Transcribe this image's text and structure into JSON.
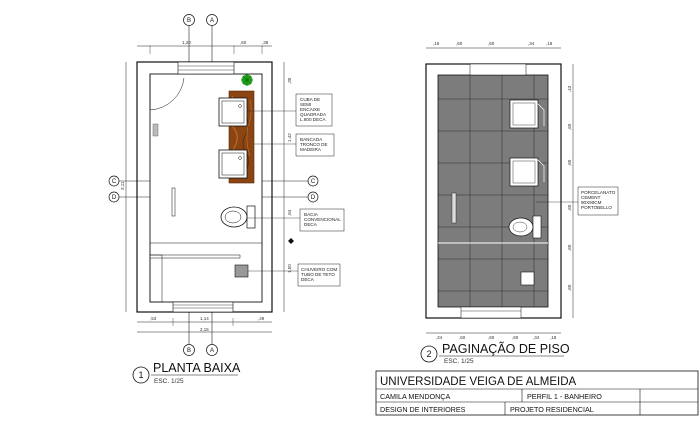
{
  "drawing1": {
    "number": "1",
    "title": "PLANTA BAIXA",
    "scale": "ESC. 1/25",
    "sections": {
      "b": "B",
      "a": "A",
      "c": "C",
      "d": "D"
    },
    "dims_top": [
      "1,20",
      ",60",
      ",38"
    ],
    "dims_bottom": [
      ",53",
      "1,14",
      ",49"
    ],
    "dim_bottom_total": "2,15",
    "dims_right": [
      ",30",
      "1,42",
      ",84",
      "1,50"
    ],
    "dim_left": "3,11",
    "notes": {
      "cuba": [
        "CUBA DE",
        "SEMI",
        "ENCAIXE",
        "QUADRADA",
        "L.800 DECA"
      ],
      "bancada": [
        "BANCADA",
        "TRONCO DE",
        "MADEIRA"
      ],
      "bacia": [
        "BACIA",
        "CONVENCIONAL",
        "DECA"
      ],
      "chuveiro": [
        "CHUVEIRO COM",
        "TUBO DE TETO",
        "DECA"
      ]
    }
  },
  "drawing2": {
    "number": "2",
    "title": "PAGINAÇÃO DE PISO",
    "scale": "ESC. 1/25",
    "dims_top": [
      ",15",
      ",60",
      ",60",
      ",34",
      ",18"
    ],
    "dims_bottom": [
      ",24",
      ",60",
      ",60",
      ",60",
      ",34",
      ",18"
    ],
    "dims_right": [
      ",43",
      ",60",
      ",60",
      ",60",
      ",60",
      ",60"
    ],
    "notes": {
      "porcelanato": [
        "PORCELANATO",
        "CEMENT",
        "90X90CM",
        "PORTOBELLO"
      ]
    }
  },
  "title_block": {
    "university": "UNIVERSIDADE VEIGA DE ALMEIDA",
    "student": "CAMILA MENDONÇA",
    "profile": "PERFIL 1 - BANHEIRO",
    "course": "DESIGN DE INTERIORES",
    "project": "PROJETO RESIDENCIAL"
  },
  "colors": {
    "floor_tile": "#7c7c7c",
    "wood": "#8b4513",
    "plant": "#22a81e",
    "line": "#111111"
  }
}
